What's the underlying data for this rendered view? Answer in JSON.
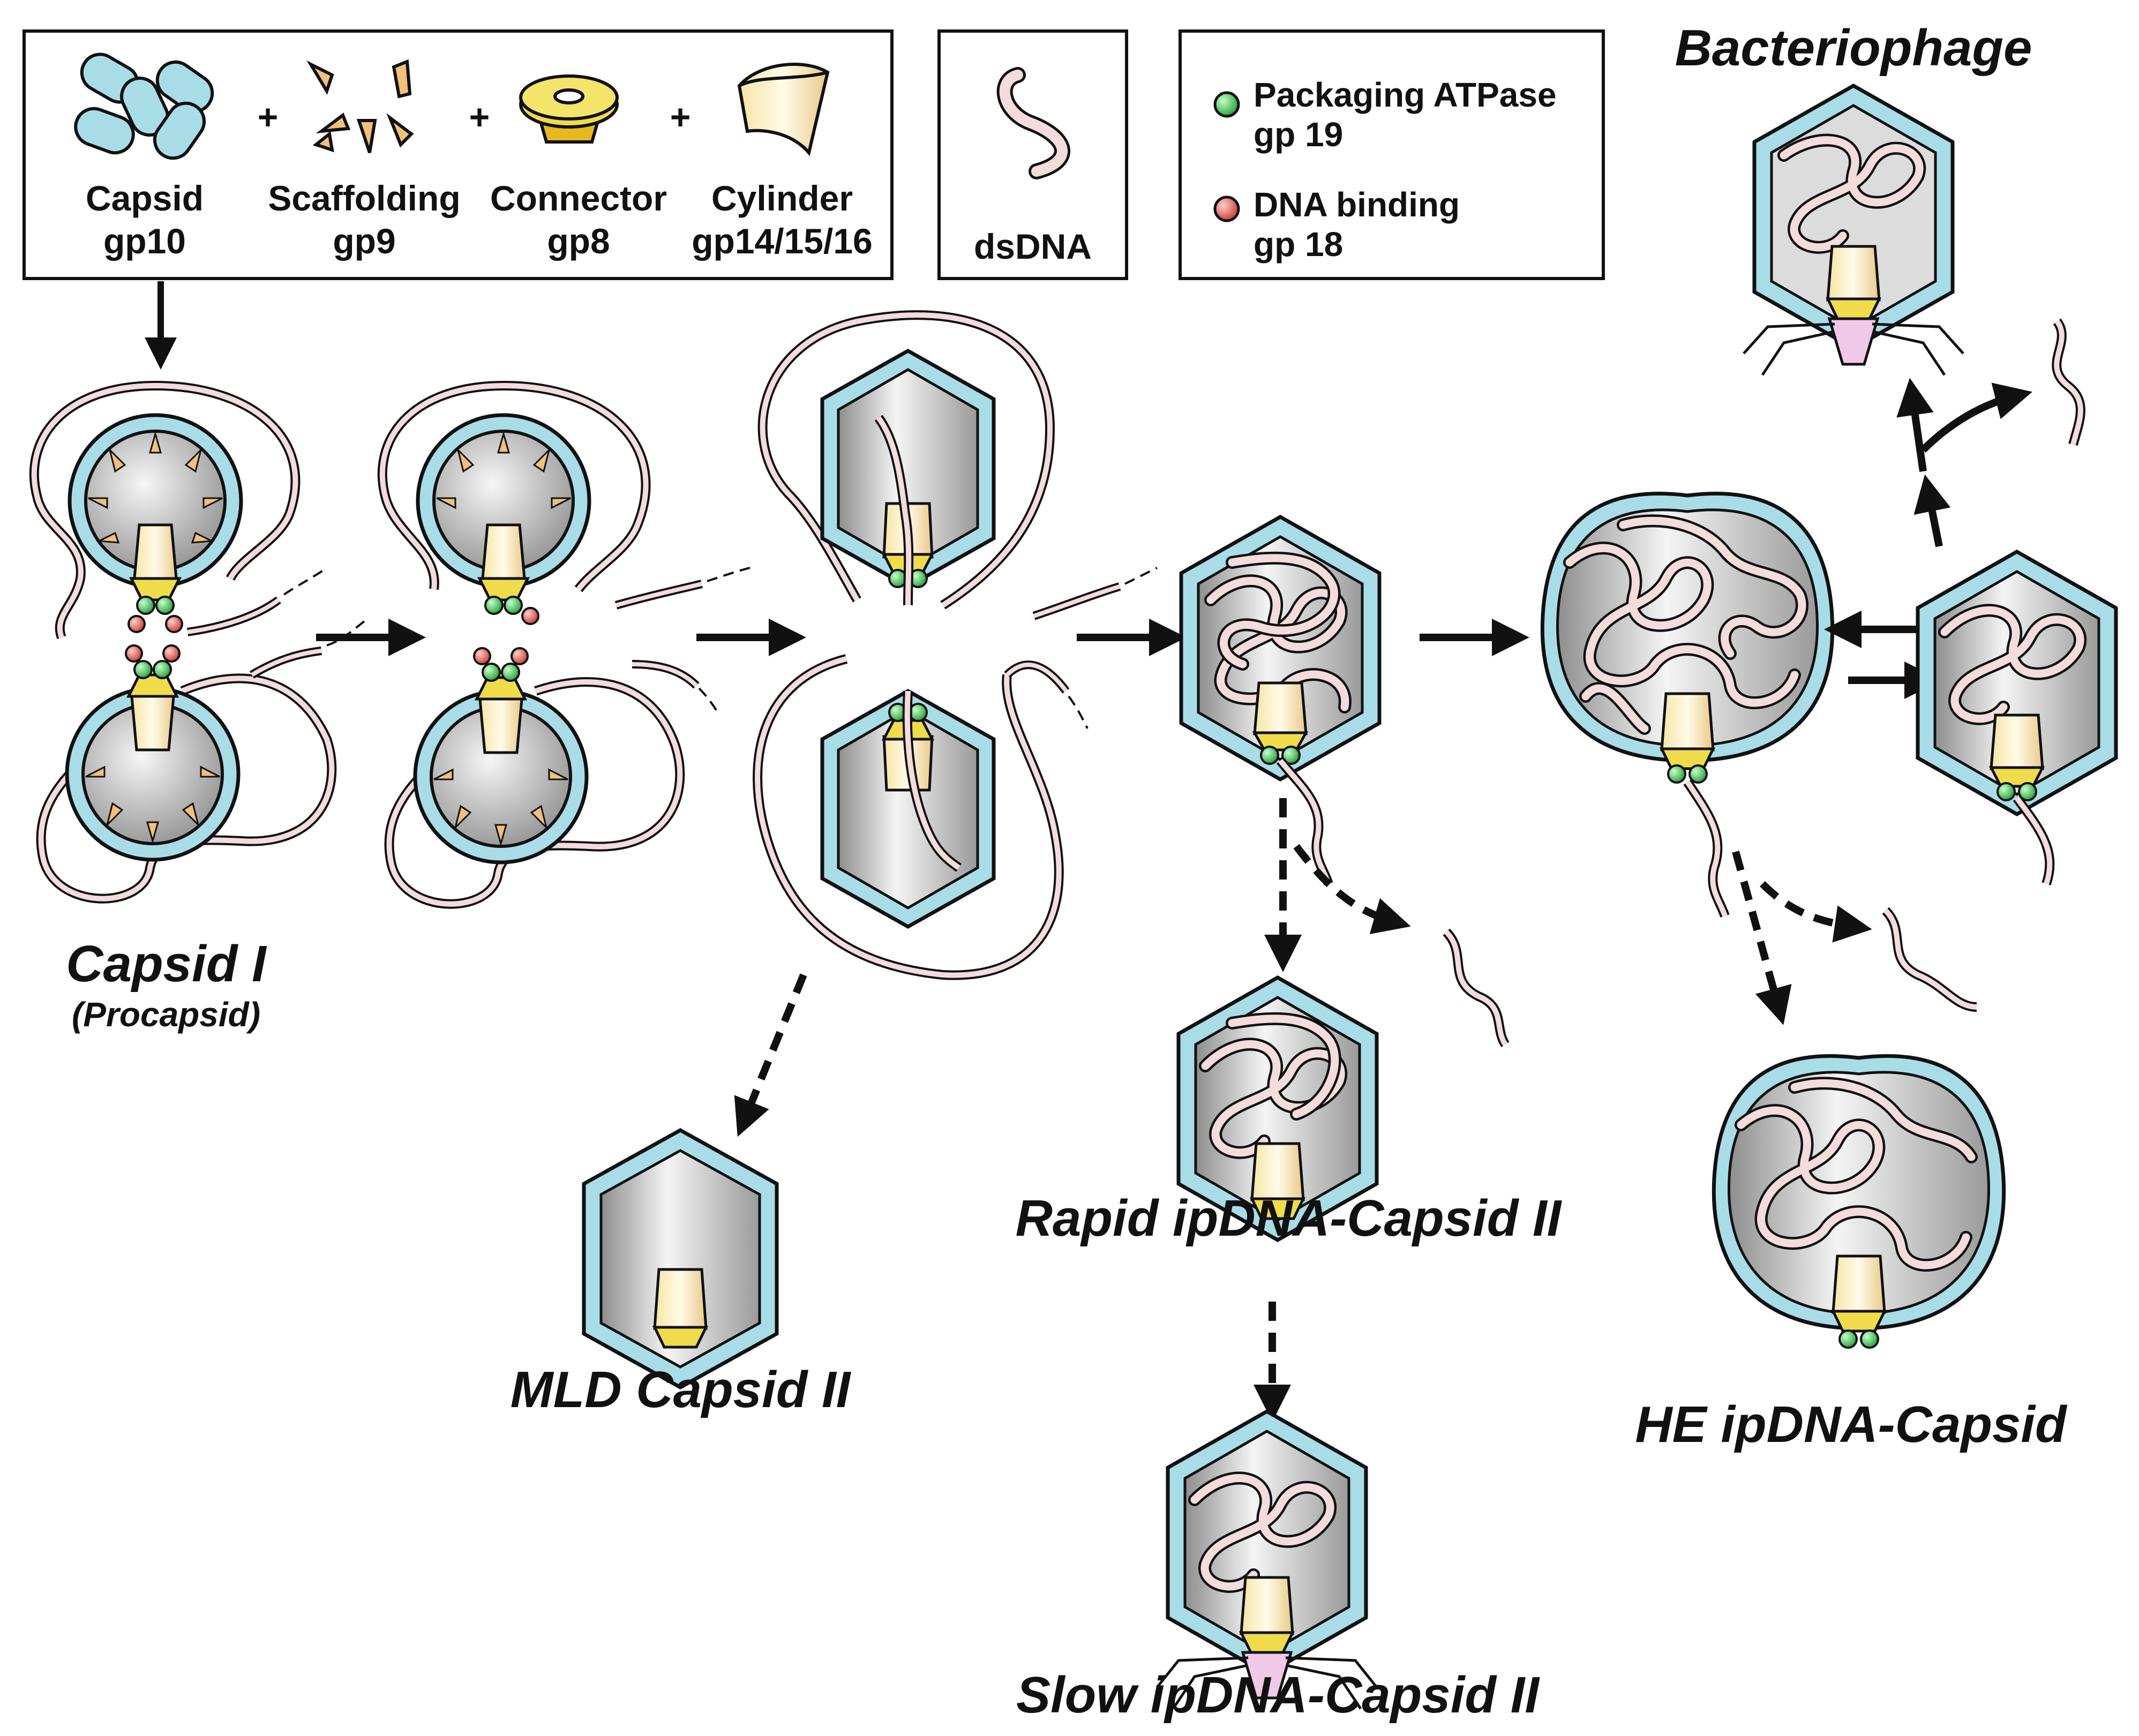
{
  "legend": {
    "components": [
      {
        "name": "Capsid",
        "gp": "gp10"
      },
      {
        "name": "Scaffolding",
        "gp": "gp9"
      },
      {
        "name": "Connector",
        "gp": "gp8"
      },
      {
        "name": "Cylinder",
        "gp": "gp14/15/16"
      }
    ],
    "plus": "+",
    "dna": "dsDNA",
    "proteins": [
      {
        "line1": "Packaging ATPase",
        "line2": "gp 19",
        "color": "#35c24a"
      },
      {
        "line1": "DNA binding",
        "line2": "gp 18",
        "color": "#e0564c"
      }
    ]
  },
  "stages": {
    "capsid1": "Capsid I",
    "procapsid": "(Procapsid)",
    "mld": "MLD Capsid II",
    "rapid": "Rapid ipDNA-Capsid II",
    "slow": "Slow ipDNA-Capsid II",
    "he": "HE ipDNA-Capsid",
    "phage": "Bacteriophage"
  },
  "colors": {
    "capsid_shell": "#a8dde8",
    "interior": "#d4d4d4",
    "scaffolding": "#f2c07a",
    "connector": "#f0dc4a",
    "cylinder": "#f5e6b0",
    "dna": "#f4dcdc",
    "tail": "#f0c8e8",
    "atpase": "#35c24a",
    "binding": "#e0564c"
  }
}
